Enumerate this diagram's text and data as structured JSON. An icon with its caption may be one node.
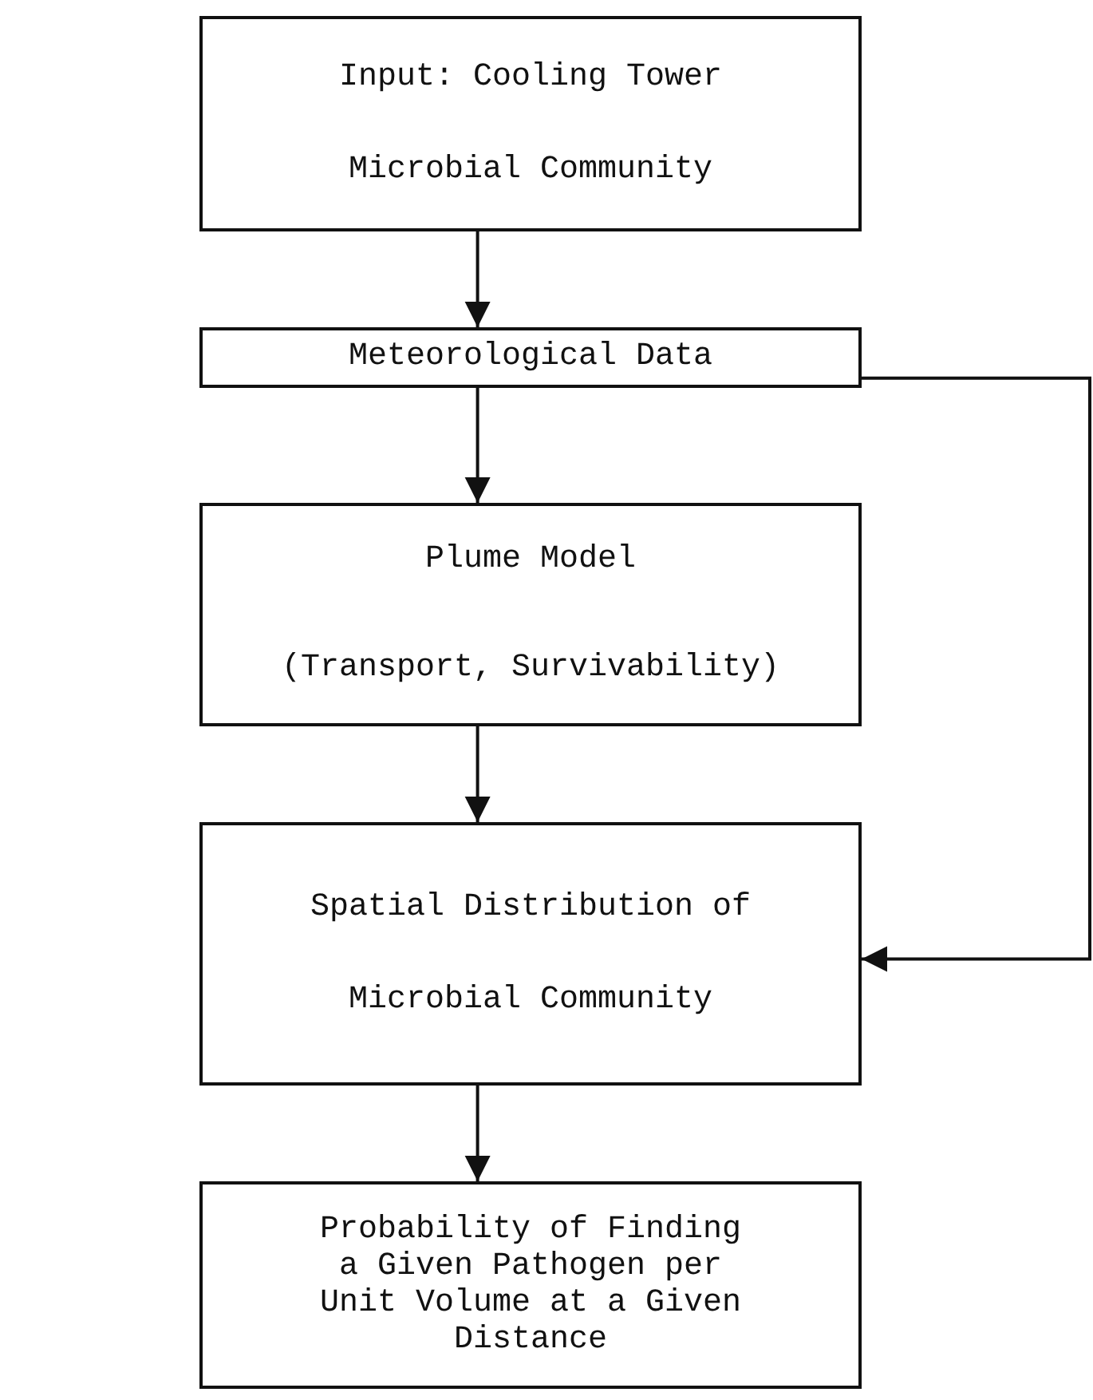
{
  "diagram": {
    "nodes": [
      {
        "text": [
          "Input: Cooling Tower Microbial Community"
        ]
      },
      {
        "text": [
          "Meteorological Data"
        ]
      },
      {
        "text": [
          "Plume Model",
          "(Transport, Survivability)"
        ]
      },
      {
        "text": [
          "Spatial Distribution of Microbial Community"
        ]
      },
      {
        "text": [
          "Probability of Finding a Given Pathogen per Unit Volume at a Given Distance"
        ]
      }
    ],
    "edges": [
      {
        "from": 0,
        "to": 1,
        "arrow": "to"
      },
      {
        "from": 1,
        "to": 2,
        "arrow": "to"
      },
      {
        "from": 2,
        "to": 3,
        "arrow": "to"
      },
      {
        "from": 3,
        "to": 4,
        "arrow": "to"
      },
      {
        "from": 1,
        "to": 3,
        "arrow": "to"
      }
    ]
  }
}
